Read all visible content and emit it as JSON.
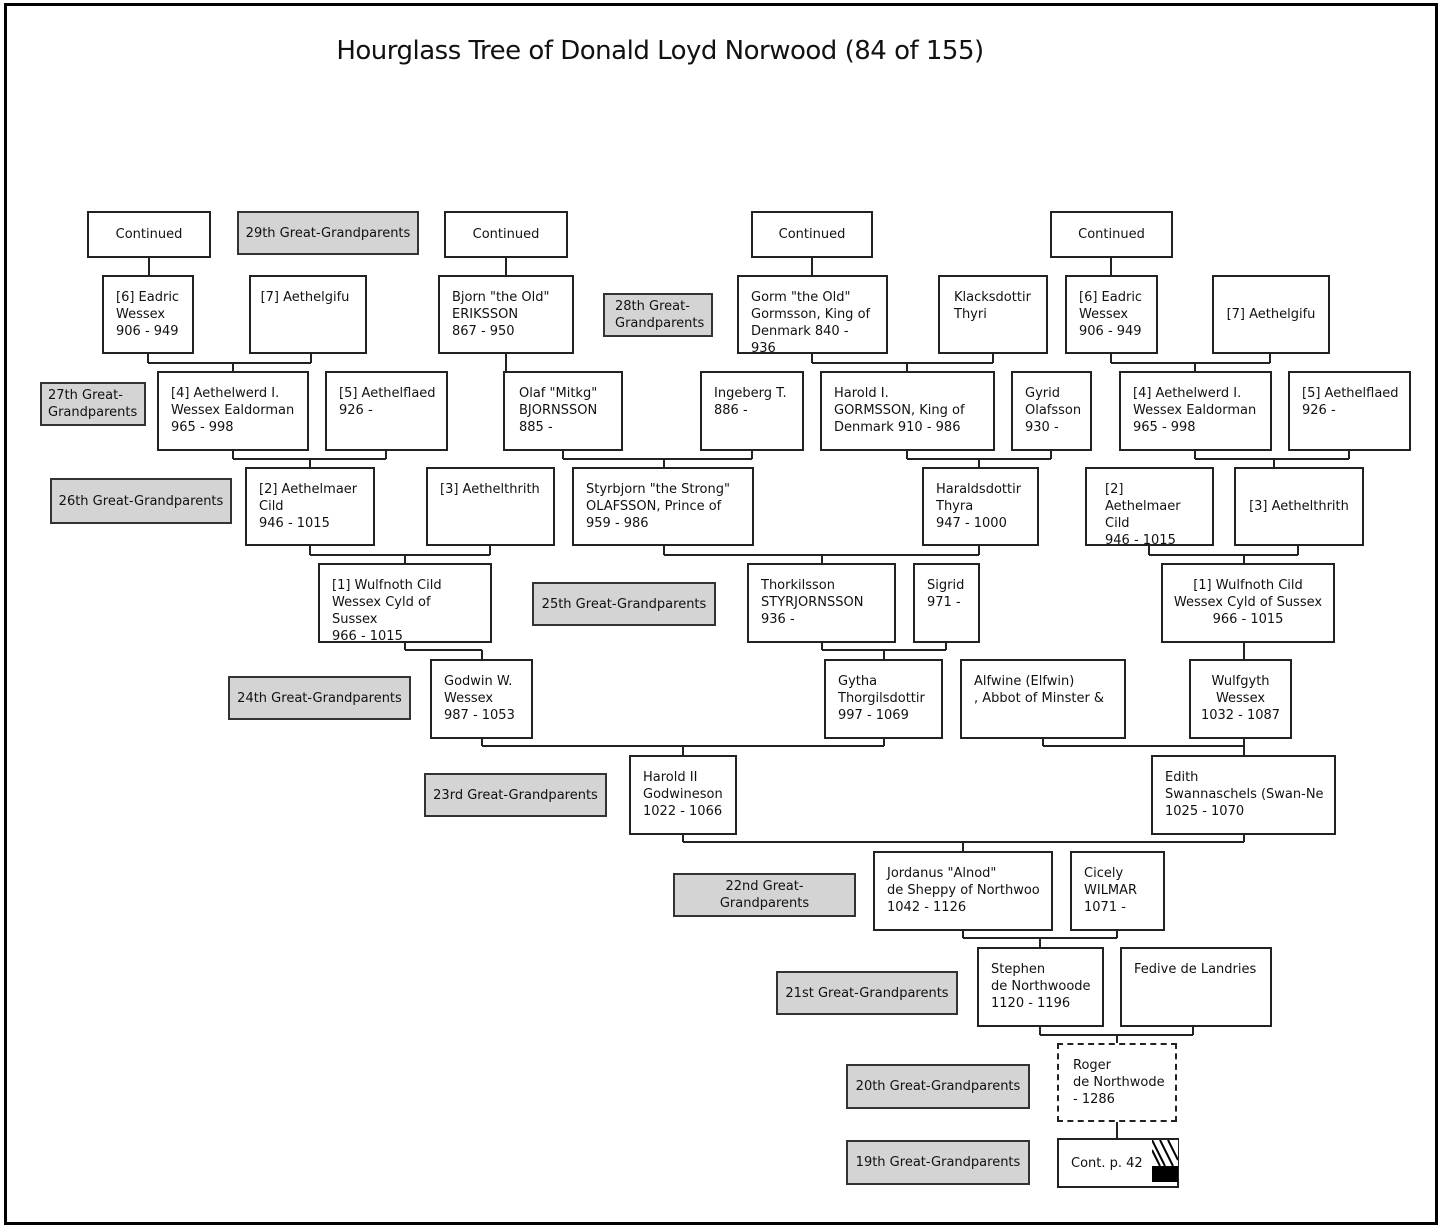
{
  "title": "Hourglass Tree of Donald Loyd Norwood (84 of 155)",
  "generations": {
    "g29": "29th Great-Grandparents",
    "g28": "28th Great-\nGrandparents",
    "g27": "27th Great-\nGrandparents",
    "g26": "26th Great-Grandparents",
    "g25": "25th Great-Grandparents",
    "g24": "24th Great-Grandparents",
    "g23": "23rd Great-Grandparents",
    "g22": "22nd Great-Grandparents",
    "g21": "21st Great-Grandparents",
    "g20": "20th Great-Grandparents",
    "g19": "19th Great-Grandparents"
  },
  "continued": [
    "Continued",
    "Continued",
    "Continued",
    "Continued"
  ],
  "people": {
    "eadric_l": "[6] Eadric\nWessex\n906 - 949",
    "aethelgifu_l": "[7] Aethelgifu",
    "bjorn": "Bjorn \"the Old\"\nERIKSSON\n867 - 950",
    "gorm": "Gorm \"the Old\"\nGormsson, King of\nDenmark   840 - 936",
    "klacksdottir": "Klacksdottir\nThyri",
    "eadric_r": "[6] Eadric\nWessex\n906 - 949",
    "aethelgifu_r": "[7] Aethelgifu",
    "aethelwerd_l": "[4] Aethelwerd I.\nWessex Ealdorman\n965 - 998",
    "aethelflaed_l": "[5] Aethelflaed\n926 -",
    "olaf": "Olaf \"Mitkg\"\nBJORNSSON\n885 -",
    "ingeberg": "Ingeberg T.\n886 -",
    "harold_i": "Harold I.\nGORMSSON, King of\nDenmark     910 - 986",
    "gyrid": "Gyrid\nOlafsson\n930 -",
    "aethelwerd_r": "[4] Aethelwerd I.\nWessex Ealdorman\n965 - 998",
    "aethelflaed_r": "[5] Aethelflaed\n926 -",
    "aethelmaer_l": "[2] Aethelmaer\nCild\n946 - 1015",
    "aethelthrith_l": "[3] Aethelthrith",
    "styrbjorn": "Styrbjorn \"the Strong\"\nOLAFSSON, Prince of\n959 - 986",
    "haraldsdottir": "Haraldsdottir\nThyra\n947 - 1000",
    "aethelmaer_r": "[2] Aethelmaer\nCild\n946 - 1015",
    "aethelthrith_r": "[3] Aethelthrith",
    "wulfnoth_l": "[1] Wulfnoth Cild\nWessex Cyld of Sussex\n966 - 1015",
    "thorkilsson": "Thorkilsson\nSTYRJORNSSON\n936 -",
    "sigrid": "Sigrid\n971 -",
    "wulfnoth_r": "[1] Wulfnoth Cild\nWessex Cyld of Sussex\n966 - 1015",
    "godwin": "Godwin W.\nWessex\n987 - 1053",
    "gytha": "Gytha\nThorgilsdottir\n997 - 1069",
    "alfwine": "Alfwine (Elfwin)\n, Abbot of Minster &",
    "wulfgyth": "Wulfgyth\nWessex\n1032 - 1087",
    "harold_ii": "Harold II\nGodwineson\n1022 - 1066",
    "edith": "Edith\nSwannaschels (Swan-Ne\n1025 - 1070",
    "jordanus": "Jordanus \"Alnod\"\nde Sheppy of Northwoo\n1042 - 1126",
    "cicely": "Cicely\nWILMAR\n1071 -",
    "stephen": "Stephen\nde Northwoode\n1120 - 1196",
    "fedive": "Fedive de Landries",
    "roger": "Roger\nde Northwode\n- 1286"
  },
  "continuation": "Cont. p. 42"
}
